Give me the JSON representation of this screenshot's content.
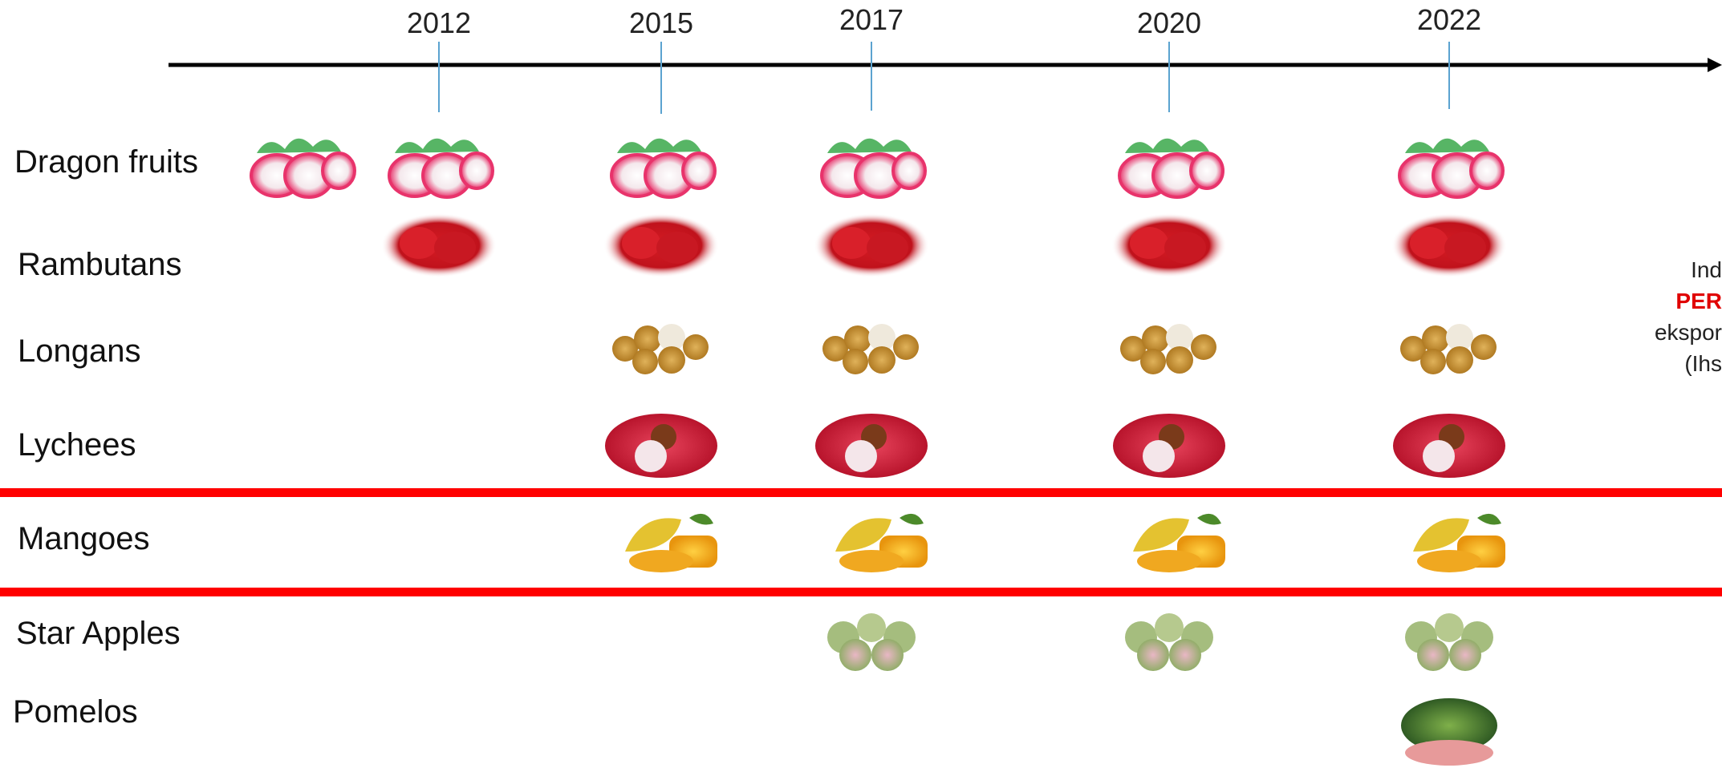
{
  "years": [
    "2012",
    "2015",
    "2017",
    "2020",
    "2022"
  ],
  "fruits": [
    {
      "name": "Dragon fruits",
      "years": [
        "pre",
        "2012",
        "2015",
        "2017",
        "2020",
        "2022"
      ],
      "icon": "dragon-fruit-icon"
    },
    {
      "name": "Rambutans",
      "years": [
        "2012",
        "2015",
        "2017",
        "2020",
        "2022"
      ],
      "icon": "rambutan-icon"
    },
    {
      "name": "Longans",
      "years": [
        "2015",
        "2017",
        "2020",
        "2022"
      ],
      "icon": "longan-icon"
    },
    {
      "name": "Lychees",
      "years": [
        "2015",
        "2017",
        "2020",
        "2022"
      ],
      "icon": "lychee-icon"
    },
    {
      "name": "Mangoes",
      "years": [
        "2015",
        "2017",
        "2020",
        "2022"
      ],
      "icon": "mango-icon"
    },
    {
      "name": "Star Apples",
      "years": [
        "2017",
        "2020",
        "2022"
      ],
      "icon": "star-apple-icon"
    },
    {
      "name": "Pomelos",
      "years": [
        "2022"
      ],
      "icon": "pomelo-icon"
    }
  ],
  "side_note": {
    "line1": "Ind",
    "line2": "PER",
    "line3": "ekspor",
    "line4": "(Ihs"
  },
  "colors": {
    "axis": "#000000",
    "year_tick": "#5ba3d0",
    "highlight": "#ff0000",
    "side_red": "#e00000"
  }
}
